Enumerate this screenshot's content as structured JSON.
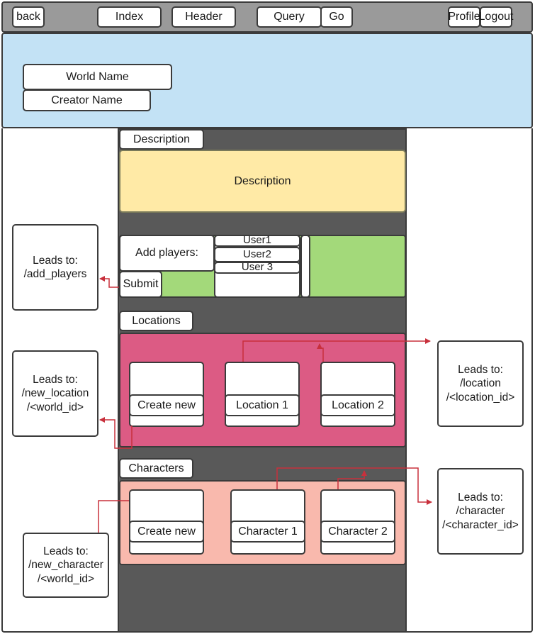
{
  "header": {
    "back": "back",
    "index": "Index",
    "header": "Header",
    "query": "Query",
    "go": "Go",
    "profile": "Profile",
    "logout": "Logout"
  },
  "banner": {
    "world_name": "World Name",
    "creator_name": "Creator Name"
  },
  "description": {
    "tab": "Description",
    "body": "Description"
  },
  "players": {
    "label": "Add players:",
    "users": [
      "User1",
      "User2",
      "User 3"
    ],
    "submit": "Submit"
  },
  "locations": {
    "tab": "Locations",
    "cards": [
      "Create new",
      "Location 1",
      "Location 2"
    ]
  },
  "characters": {
    "tab": "Characters",
    "cards": [
      "Create new",
      "Character 1",
      "Character 2"
    ]
  },
  "annotations": {
    "add_players": "Leads to:\n/add_players",
    "new_location": "Leads to:\n/new_location\n/<world_id>",
    "location": "Leads to:\n/location\n/<location_id>",
    "character": "Leads to:\n/character\n/<character_id>",
    "new_character": "Leads to:\n/new_character\n/<world_id>"
  },
  "colors": {
    "top_bar": "#9a9a9a",
    "banner": "#c3e2f5",
    "content_column": "#595959",
    "description_fill": "#ffeaa6",
    "players_fill": "#a3d97a",
    "locations_fill": "#dc5b84",
    "characters_fill": "#f9b9ad",
    "connector": "#c8303c"
  }
}
